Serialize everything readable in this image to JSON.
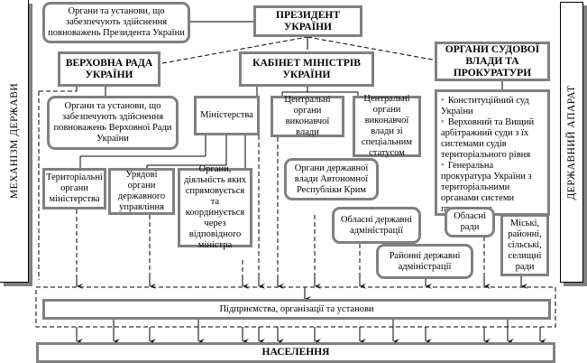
{
  "side_left": {
    "label": "МЕХАНІЗМ ДЕРЖАВИ"
  },
  "side_right": {
    "label": "ДЕРЖАВНИЙ АПАРАТ"
  },
  "president": {
    "label": "ПРЕЗИДЕНТ УКРАЇНИ"
  },
  "president_support": {
    "label": "Органи та установи, що забезпечують здійснення повноважень Президента України"
  },
  "verkhovna_rada": {
    "label": "ВЕРХОВНА РАДА УКРАЇНИ"
  },
  "cabinet": {
    "label": "КАБІНЕТ МІНІСТРІВ УКРАЇНИ"
  },
  "judiciary": {
    "label": "ОРГАНИ СУДОВОЇ ВЛАДИ ТА ПРОКУРАТУРИ"
  },
  "rada_support": {
    "label": "Органи та установи, що забезпечують здійснення повноважень Верховної Ради України"
  },
  "ministries": {
    "label": "Міністерства"
  },
  "central_bodies": {
    "label": "Центральні органи виконавчої влади"
  },
  "central_special": {
    "label": "Центральні органи виконавчої влади зі спеціальним статусом"
  },
  "judiciary_list": {
    "items": [
      "Конституційний суд України",
      "Верховний та Вищий арбітражний суди з їх системами судів територіального рівня",
      "Генеральна прокуратура України з територіальними органами системи прокуратури"
    ]
  },
  "territorial_ministry": {
    "label": "Територіальні органи міністерства"
  },
  "gov_bodies": {
    "label": "Урядові органи державного управління"
  },
  "coordinated_bodies": {
    "label": "Органи, діяльність яких спрямовується та координується через відповідного міністра"
  },
  "crimea": {
    "label": "Органи державної влади Автономної Республіки Крим"
  },
  "oblast_admin": {
    "label": "Обласні державні адміністрації"
  },
  "district_admin": {
    "label": "Районні державні адміністрації"
  },
  "oblast_councils": {
    "label": "Обласні ради"
  },
  "local_councils": {
    "label": "Міські, районні, сільські, селищні ради"
  },
  "enterprises": {
    "label": "Підприємства, організації та установи"
  },
  "population": {
    "label": "НАСЕЛЕННЯ"
  }
}
